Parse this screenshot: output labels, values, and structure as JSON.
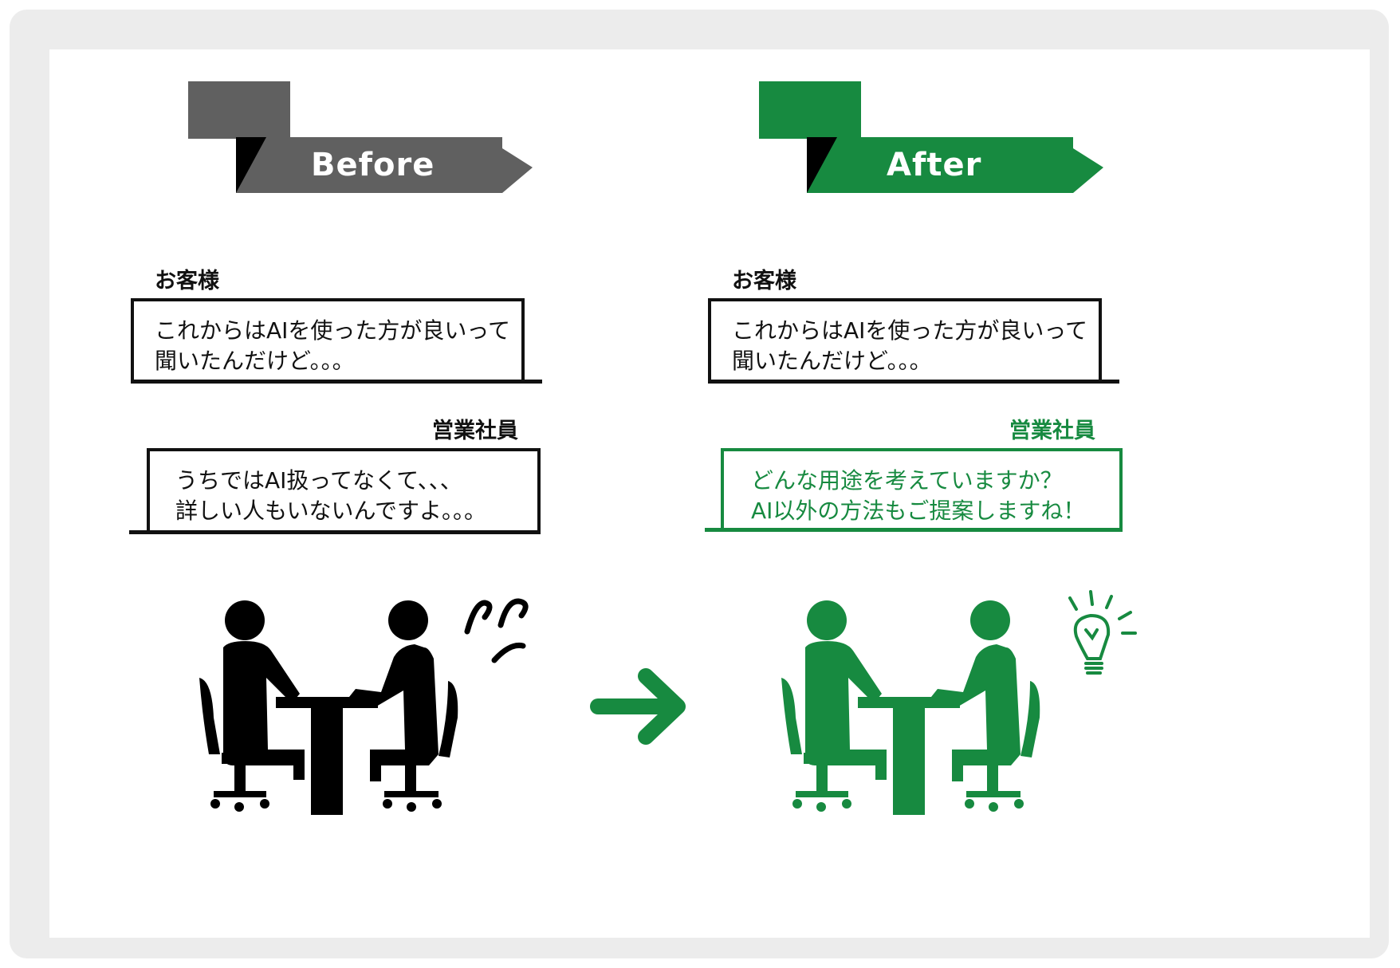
{
  "colors": {
    "before_badge": "#606060",
    "after_badge": "#178a40",
    "text_dark": "#111111",
    "accent_green": "#178a40",
    "frame": "#ececec"
  },
  "before": {
    "badge_label": "Before",
    "customer": {
      "speaker": "お客様",
      "lines": [
        "これからはAIを使った方が良いって",
        "聞いたんだけど。。。"
      ]
    },
    "staff": {
      "speaker": "営業社員",
      "lines": [
        "うちではAI扱ってなくて、、、",
        "詳しい人もいないんですよ。。。"
      ]
    },
    "illustration": {
      "icon": "meeting-people-icon",
      "mood": "sweat-drops-icon"
    }
  },
  "arrow": {
    "icon": "right-arrow-icon"
  },
  "after": {
    "badge_label": "After",
    "customer": {
      "speaker": "お客様",
      "lines": [
        "これからはAIを使った方が良いって",
        "聞いたんだけど。。。"
      ]
    },
    "staff": {
      "speaker": "営業社員",
      "lines": [
        "どんな用途を考えていますか？",
        "AI以外の方法もご提案しますね！"
      ]
    },
    "illustration": {
      "icon": "meeting-people-icon",
      "mood": "lightbulb-icon"
    }
  }
}
